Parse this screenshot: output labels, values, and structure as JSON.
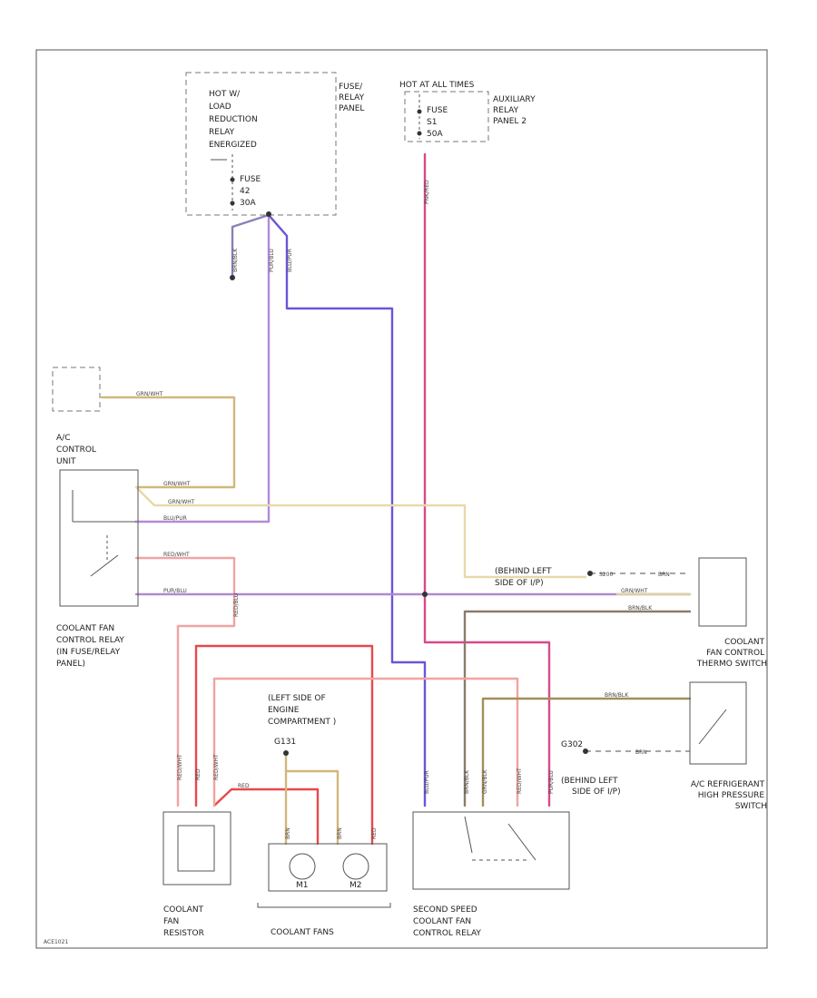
{
  "labels": {
    "hot_load_reduction": [
      "HOT W/",
      "LOAD",
      "REDUCTION",
      "RELAY",
      "ENERGIZED"
    ],
    "fuse_relay_panel": [
      "FUSE/",
      "RELAY",
      "PANEL"
    ],
    "fuse_a": [
      "FUSE",
      "42",
      "30A"
    ],
    "hot_at_all_times": "HOT AT ALL TIMES",
    "auxiliary_relay_panel": [
      "AUXILIARY",
      "RELAY",
      "PANEL 2"
    ],
    "fuse_b": [
      "FUSE",
      "S1",
      "50A"
    ],
    "ac_control_unit": [
      "A/C",
      "CONTROL",
      "UNIT"
    ],
    "coolant_fan_control_relay": [
      "COOLANT FAN",
      "CONTROL RELAY",
      "(IN FUSE/RELAY",
      "PANEL)"
    ],
    "behind_left_side_ipl_1": [
      "(BEHIND LEFT",
      "SIDE OF I/P)"
    ],
    "coolant_fan_control_thermo": [
      "COOLANT",
      "FAN CONTROL",
      "THERMO SWITCH"
    ],
    "left_side_engine": [
      "(LEFT SIDE OF",
      "ENGINE",
      "COMPARTMENT )"
    ],
    "g_top": "G131",
    "g_right": "G302",
    "behind_left_side_ipl_2": [
      "(BEHIND LEFT",
      "SIDE OF I/P)"
    ],
    "ac_refrigerant": [
      "A/C REFRIGERANT",
      "HIGH PRESSURE",
      "SWITCH"
    ],
    "coolant_fan_resistor": [
      "COOLANT",
      "FAN",
      "RESISTOR"
    ],
    "coolant_fans": "COOLANT FANS",
    "second_speed": [
      "SECOND SPEED",
      "COOLANT FAN",
      "CONTROL RELAY"
    ],
    "fan_m1": "M1",
    "fan_m2": "M2",
    "diagram_code": "ACE1021"
  },
  "wire_labels": {
    "pink_red_top": "PNK/RED",
    "brn_left": "BRN/BLK",
    "pur_mid": "PUR/BLU",
    "blu_mid": "BLU/PUR",
    "red_vert": "RED/BLU",
    "grn_top": "GRN/WHT",
    "grn_relay1": "GRN/WHT",
    "grn_relay2": "GRN/WHT",
    "blu_pur_relay": "BLU/PUR",
    "red_relay": "RED/WHT",
    "pur_relay": "PUR/BLU",
    "s200": "S200",
    "brn_conn": "BRN",
    "grn_thermo": "GRN/WHT",
    "brn_thermo": "BRN/BLK",
    "brn_blk_thermo2": "BRN/BLK",
    "g302_brn": "BRN",
    "red_res1": "RED/WHT",
    "red_res2": "RED",
    "red_res3": "RED/WHT",
    "red_fan": "RED",
    "brn_fan1": "BRN",
    "brn_fan2": "BRN",
    "red_fan2": "RED",
    "blu_ss": "BLU/PUR",
    "brn_ss": "BRN/BLK",
    "grn_ss": "GRN/BLK",
    "red_ss": "RED/WHT",
    "pur_ss": "PUR/BLU"
  },
  "colors": {
    "tan": "#d2b77c",
    "purple": "#b38ad6",
    "blue": "#6a55d8",
    "red": "#e8484a",
    "pink": "#f2a3a3",
    "magenta": "#b84aa0",
    "pink_red": "#d84a8a",
    "brown": "#6e5a4e",
    "grey_brown": "#8c7a6a",
    "lilac": "#b08ad0",
    "olive": "#a38f5a"
  }
}
